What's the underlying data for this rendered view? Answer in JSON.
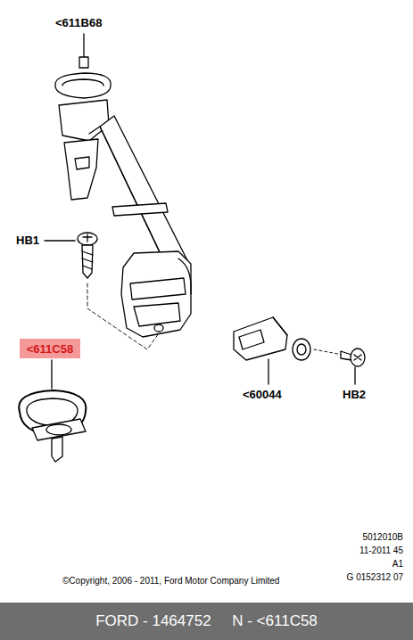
{
  "diagram": {
    "nodes": [
      {
        "text": [
          "<611C58"
        ]
      },
      {
        "text": [
          "FORD - 1464752     N - <611C58"
        ]
      }
    ],
    "edges": [],
    "labels": [
      "<611B68",
      "HB1",
      "<60044",
      "HB2",
      "5012010B",
      "11-2011 45",
      "A1",
      "G 0152312 07",
      "©Copyright, 2006 - 2011, Ford Motor Company Limited"
    ]
  }
}
